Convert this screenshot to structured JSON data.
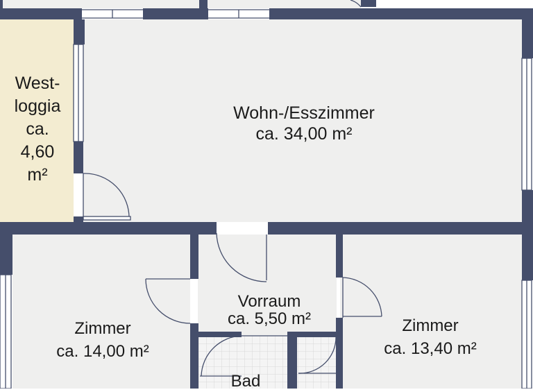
{
  "plan": {
    "colors": {
      "wall": "#454e6b",
      "floor": "#efefee",
      "loggia_floor": "#f3ecd1",
      "tile_grid": "#d7d7d7",
      "window_frame": "#454e6b"
    },
    "rooms": {
      "west_loggia": {
        "lines": [
          "West-",
          "loggia",
          "ca.",
          "4,60",
          "m²"
        ]
      },
      "living": {
        "name": "Wohn-/Esszimmer",
        "area": "ca. 34,00 m²"
      },
      "room_left": {
        "name": "Zimmer",
        "area": "ca. 14,00 m²"
      },
      "hallway": {
        "name": "Vorraum",
        "area": "ca. 5,50 m²"
      },
      "room_right": {
        "name": "Zimmer",
        "area": "ca. 13,40 m²"
      },
      "bath": {
        "name": "Bad"
      }
    }
  }
}
